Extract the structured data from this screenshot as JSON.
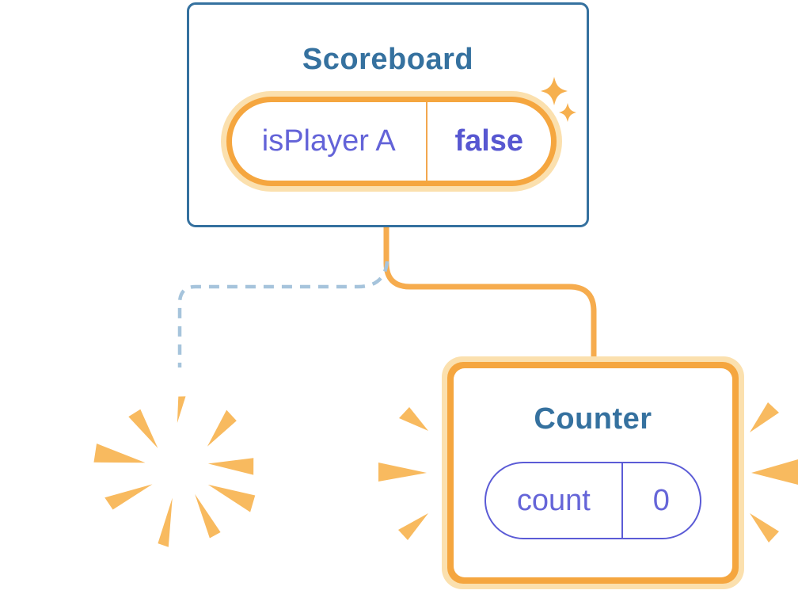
{
  "scoreboard": {
    "title": "Scoreboard",
    "state_name": "isPlayer A",
    "state_value": "false"
  },
  "counter": {
    "title": "Counter",
    "state_name": "count",
    "state_value": "0"
  },
  "icons": {
    "sparkles": "sparkles-icon",
    "poof": "poof-burst-icon",
    "emphasis": "emphasis-rays-icon"
  },
  "colors": {
    "card_border_blue": "#35719F",
    "title_blue": "#35719F",
    "orange": "#F5A63F",
    "orange_connector": "#F6AC4E",
    "orange_glow": "#FBE0AE",
    "ray_orange": "#F8BA5F",
    "purple_text": "#6363D8",
    "purple_value_bold": "#5757D1",
    "purple_pill_border": "#5B5BD6",
    "dashed_line_blue": "#A6C4DC"
  }
}
